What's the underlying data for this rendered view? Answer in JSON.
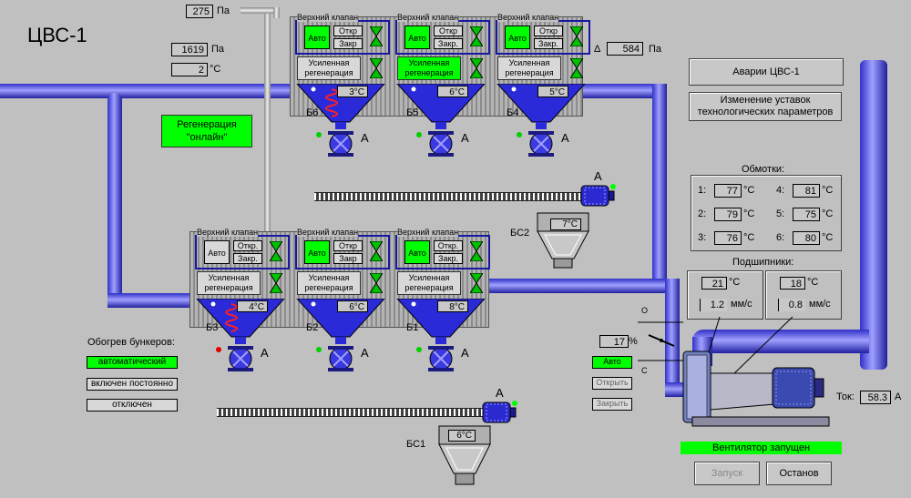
{
  "title": "ЦВС-1",
  "pressure_in": {
    "value": "275",
    "unit": "Па"
  },
  "pressure_left": {
    "value": "1619",
    "unit": "Па"
  },
  "temp_left": {
    "value": "2",
    "unit": "°C"
  },
  "pressure_right": {
    "prefix": "Δ",
    "value": "584",
    "unit": "Па"
  },
  "online_regen": "Регенерация \"онлайн\"",
  "buttons": {
    "alarms": "Аварии ЦВС-1",
    "setpoints": "Изменение уставок технологических параметров",
    "start": "Запуск",
    "stop": "Останов"
  },
  "filters_top": [
    {
      "valve_label": "Верхний клапан",
      "auto": "Авто",
      "open": "Откр",
      "close": "Закр",
      "regen": "Усиленная регенерация",
      "regen_active": false,
      "auto_active": true,
      "hopper": "Б6",
      "temp": "3°C",
      "heated": true
    },
    {
      "valve_label": "Верхний клапан",
      "auto": "Авто",
      "open": "Откр",
      "close": "Закр.",
      "regen": "Усиленная регенерация",
      "regen_active": true,
      "auto_active": true,
      "hopper": "Б5",
      "temp": "6°C",
      "heated": false
    },
    {
      "valve_label": "Верхний клапан",
      "auto": "Авто",
      "open": "Откр",
      "close": "Закр.",
      "regen": "Усиленная регенерация",
      "regen_active": false,
      "auto_active": true,
      "hopper": "Б4",
      "temp": "5°C",
      "heated": false
    }
  ],
  "filters_bottom": [
    {
      "valve_label": "Верхний клапан",
      "auto": "Авто",
      "open": "Откр.",
      "close": "Закр.",
      "regen": "Усиленная регенерация",
      "regen_active": false,
      "auto_active": false,
      "hopper": "Б3",
      "temp": "4°C",
      "heated": true
    },
    {
      "valve_label": "Верхний клапан",
      "auto": "Авто",
      "open": "Откр",
      "close": "Закр",
      "regen": "Усиленная регенерация",
      "regen_active": false,
      "auto_active": true,
      "hopper": "Б2",
      "temp": "6°C",
      "heated": false
    },
    {
      "valve_label": "Верхний клапан",
      "auto": "Авто",
      "open": "Откр.",
      "close": "Закр.",
      "regen": "Усиленная регенерация",
      "regen_active": false,
      "auto_active": true,
      "hopper": "Б1",
      "temp": "8°C",
      "heated": false
    }
  ],
  "hopper_letter": "A",
  "bs2": {
    "label": "БС2",
    "temp": "7°C"
  },
  "bs1": {
    "label": "БС1",
    "temp": "6°C"
  },
  "windings": {
    "title": "Обмотки:",
    "items": [
      {
        "n": "1:",
        "v": "77",
        "u": "°C"
      },
      {
        "n": "4:",
        "v": "81",
        "u": "°C"
      },
      {
        "n": "2:",
        "v": "79",
        "u": "°C"
      },
      {
        "n": "5:",
        "v": "75",
        "u": "°C"
      },
      {
        "n": "3:",
        "v": "76",
        "u": "°C"
      },
      {
        "n": "6:",
        "v": "80",
        "u": "°C"
      }
    ]
  },
  "bearings": {
    "title": "Подшипники:",
    "left": {
      "temp": "21",
      "unit": "°C",
      "vib": "1.2",
      "vib_unit": "мм/с"
    },
    "right": {
      "temp": "18",
      "unit": "°C",
      "vib": "0.8",
      "vib_unit": "мм/с"
    }
  },
  "heating": {
    "title": "Обогрев бункеров:",
    "options": [
      "автоматический",
      "включен постоянно",
      "отключен"
    ]
  },
  "damper": {
    "value": "17",
    "unit": "%",
    "open_label": "O",
    "close_label": "C",
    "auto": "Авто",
    "open": "Открыть",
    "close": "Закрыть"
  },
  "fan_status": "Вентилятор запущен",
  "current": {
    "label": "Ток:",
    "value": "58.3",
    "unit": "А"
  }
}
